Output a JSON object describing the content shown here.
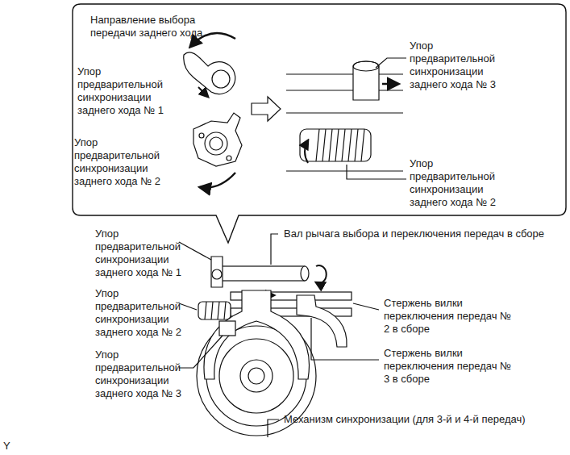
{
  "diagram": {
    "nodes": [
      {
        "text": [
          "Направление выбора передачи заднего хода",
          "Упор предварительной синхронизации заднего хода № 1",
          "Упор предварительной синхронизации заднего хода № 2",
          "Упор предварительной синхронизации заднего хода № 3",
          "Упор предварительной синхронизации заднего хода № 2"
        ]
      }
    ],
    "labels": [
      "Упор предварительной синхронизации заднего хода № 1",
      "Вал рычага выбора и переключения передач в сборе",
      "Упор предварительной синхронизации заднего хода № 2",
      "Стержень вилки переключения передач № 2 в сборе",
      "Упор предварительной синхронизации заднего хода № 3",
      "Стержень вилки переключения передач № 3 в сборе",
      "Механизм синхронизации (для 3-й и 4-й передач)",
      "Y"
    ]
  }
}
